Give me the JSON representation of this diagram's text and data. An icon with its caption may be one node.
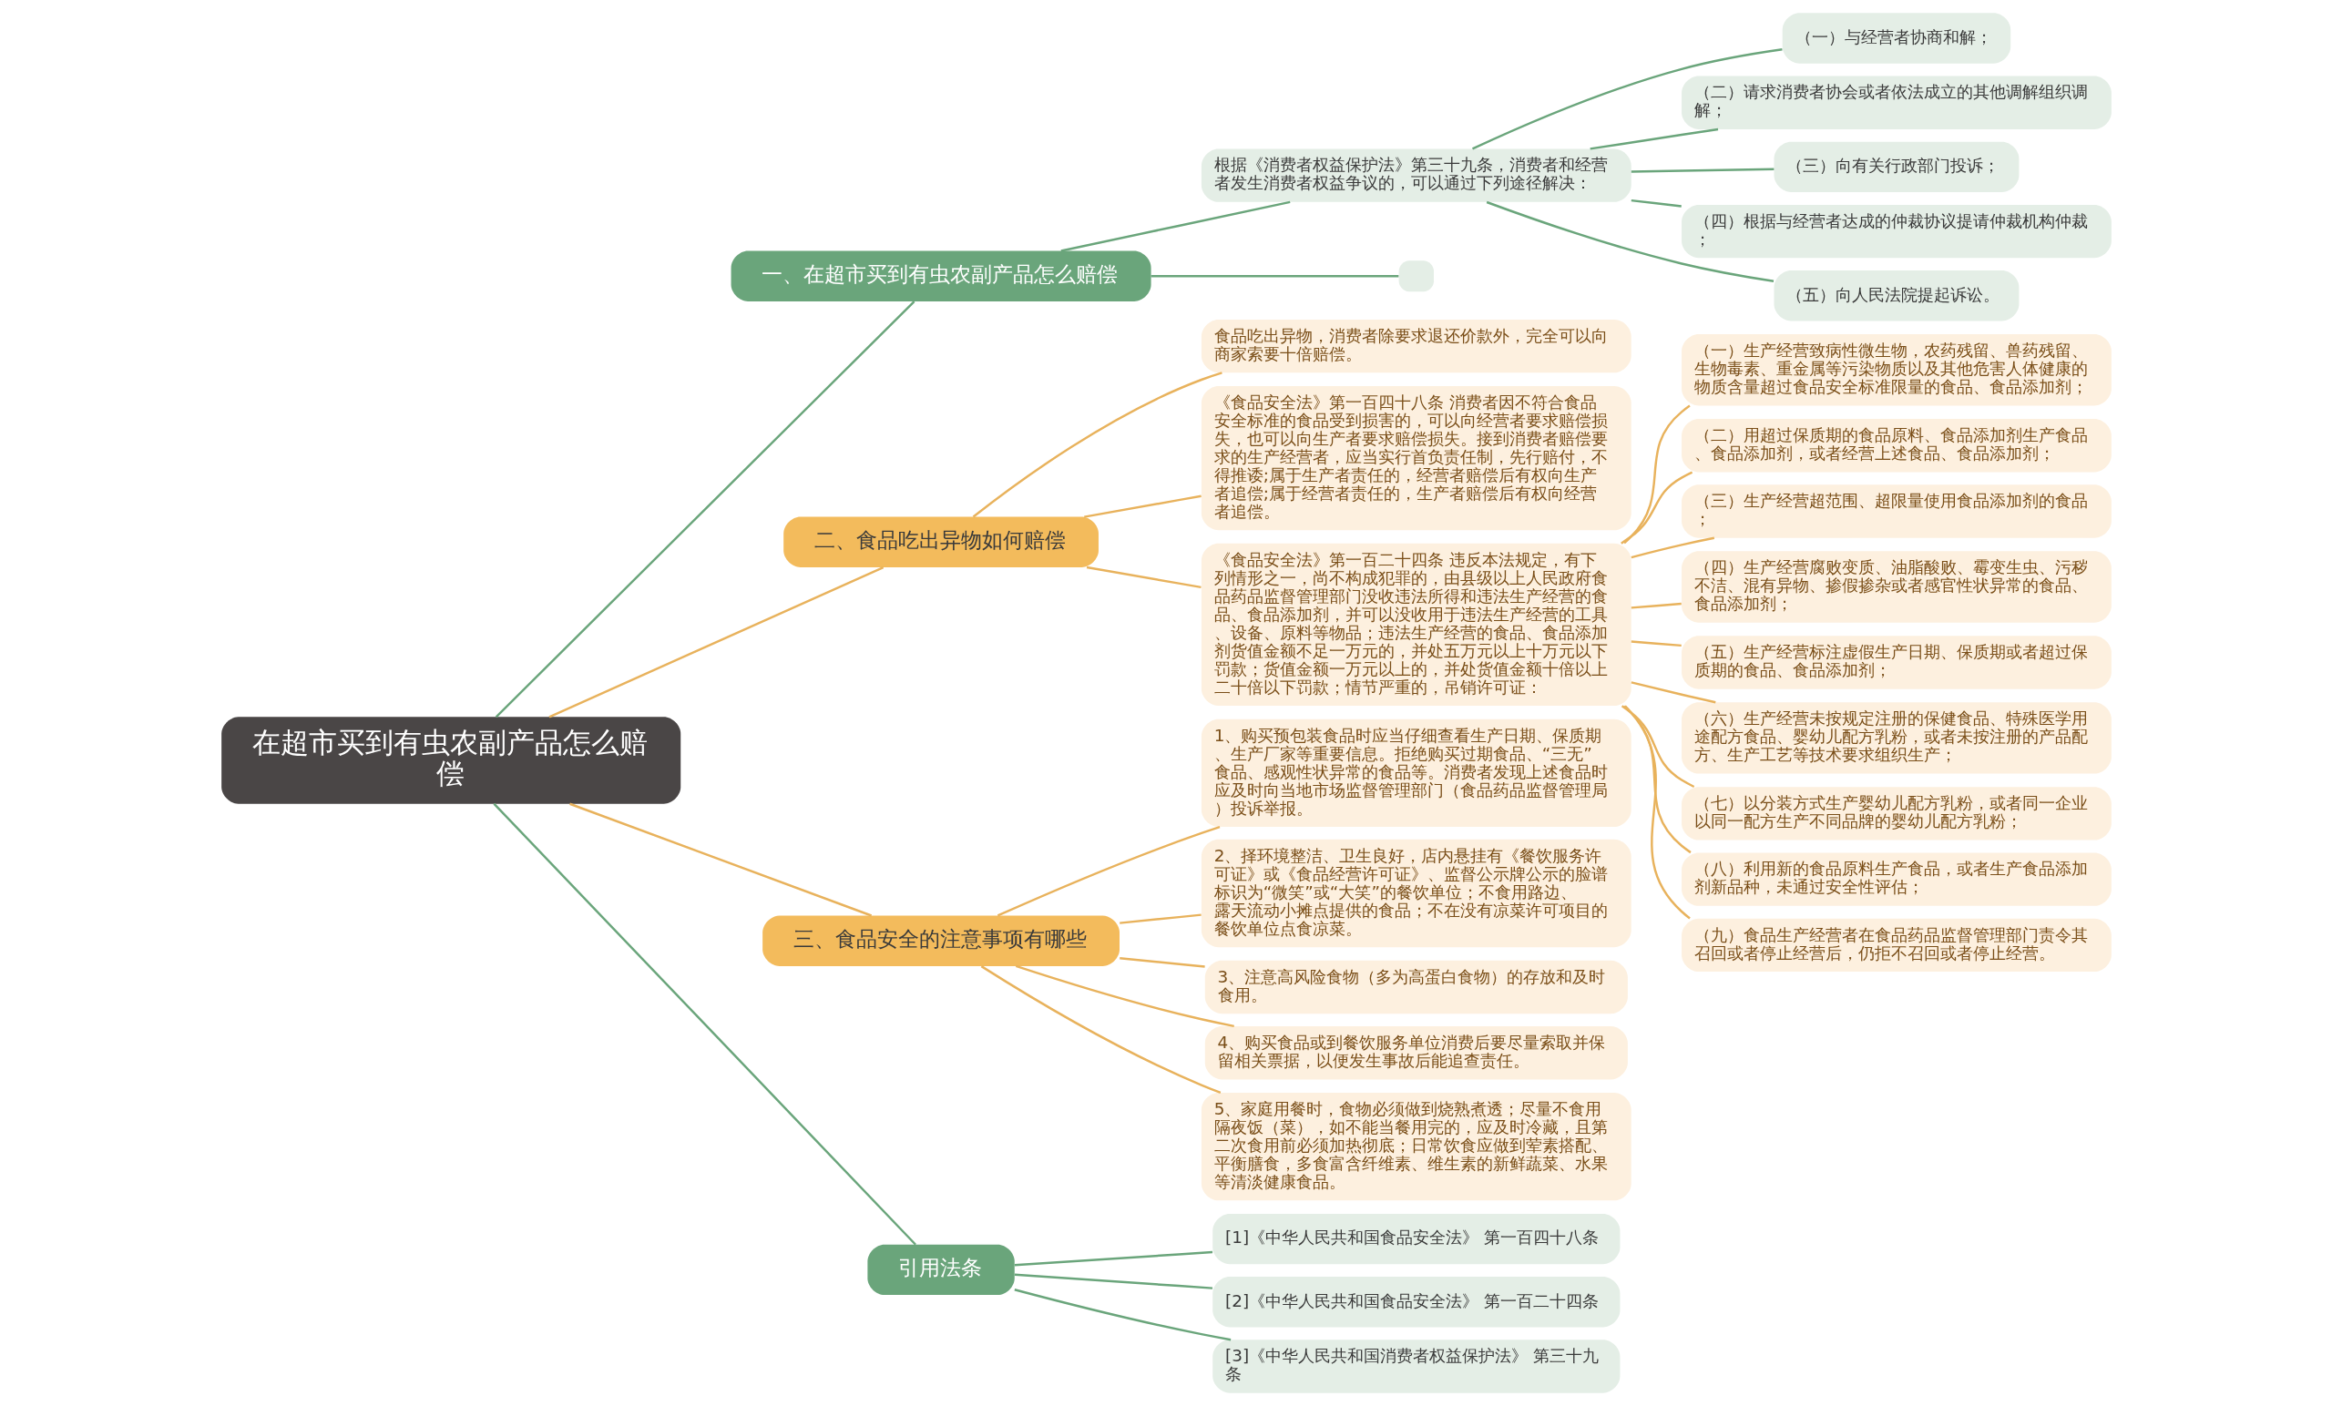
{
  "diagram": {
    "nodes": [
      {
        "text": [
          "在超市买到有虫农副产品怎么赔偿"
        ]
      },
      {
        "text": [
          "一、在超市买到有虫农副产品怎么赔偿"
        ]
      },
      {
        "text": [
          "根据《消费者权益保护法》第三十九条，消费者和经营者发生消费者权益争议的，可以通过下列途径解决："
        ]
      },
      {
        "text": [
          "（一）与经营者协商和解；"
        ]
      },
      {
        "text": [
          "（二）请求消费者协会或者依法成立的其他调解组织调解；"
        ]
      },
      {
        "text": [
          "（三）向有关行政部门投诉；"
        ]
      },
      {
        "text": [
          "（四）根据与经营者达成的仲裁协议提请仲裁机构仲裁；"
        ]
      },
      {
        "text": [
          "（五）向人民法院提起诉讼。"
        ]
      },
      {
        "text": [],
        "shape": "box"
      },
      {
        "text": [
          "二、食品吃出异物如何赔偿"
        ]
      },
      {
        "text": [
          "食品吃出异物，消费者除要求退还价款外，完全可以向商家索要十倍赔偿。"
        ]
      },
      {
        "text": [
          "《食品安全法》第一百四十八条 消费者因不符合食品安全标准的食品受到损害的，可以向经营者要求赔偿损失，也可以向生产者要求赔偿损失。接到消费者赔偿要求的生产经营者，应当实行首负责任制，先行赔付，不得推诿;属于生产者责任的，经营者赔偿后有权向生产者追偿;属于经营者责任的，生产者赔偿后有权向经营者追偿。"
        ]
      },
      {
        "text": [
          "《食品安全法》第一百二十四条 违反本法规定，有下列情形之一，尚不构成犯罪的，由县级以上人民政府食品药品监督管理部门没收违法所得和违法生产经营的食品、食品添加剂，并可以没收用于违法生产经营的工具、设备、原料等物品；违法生产经营的食品、食品添加剂货值金额不足一万元的，并处五万元以上十万元以下罚款；货值金额一万元以上的，并处货值金额十倍以上二十倍以下罚款；情节严重的，吊销许可证："
        ]
      },
      {
        "text": [
          "（一）生产经营致病性微生物，农药残留、兽药残留、生物毒素、重金属等污染物质以及其他危害人体健康的物质含量超过食品安全标准限量的食品、食品添加剂；"
        ]
      },
      {
        "text": [
          "（二）用超过保质期的食品原料、食品添加剂生产食品、食品添加剂，或者经营上述食品、食品添加剂；"
        ]
      },
      {
        "text": [
          "（三）生产经营超范围、超限量使用食品添加剂的食品；"
        ]
      },
      {
        "text": [
          "（四）生产经营腐败变质、油脂酸败、霉变生虫、污秽不洁、混有异物、掺假掺杂或者感官性状异常的食品、食品添加剂；"
        ]
      },
      {
        "text": [
          "（五）生产经营标注虚假生产日期、保质期或者超过保质期的食品、食品添加剂；"
        ]
      },
      {
        "text": [
          "（六）生产经营未按规定注册的保健食品、特殊医学用途配方食品、婴幼儿配方乳粉，或者未按注册的产品配方、生产工艺等技术要求组织生产；"
        ]
      },
      {
        "text": [
          "（七）以分装方式生产婴幼儿配方乳粉，或者同一企业以同一配方生产不同品牌的婴幼儿配方乳粉；"
        ]
      },
      {
        "text": [
          "（八）利用新的食品原料生产食品，或者生产食品添加剂新品种，未通过安全性评估；"
        ]
      },
      {
        "text": [
          "（九）食品生产经营者在食品药品监督管理部门责令其召回或者停止经营后，仍拒不召回或者停止经营。"
        ]
      },
      {
        "text": [
          "三、食品安全的注意事项有哪些"
        ]
      },
      {
        "text": [
          "1、购买预包装食品时应当仔细查看生产日期、保质期、生产厂家等重要信息。拒绝购买过期食品、“三无”食品、感观性状异常的食品等。消费者发现上述食品时应及时向当地市场监督管理部门（食品药品监督管理局）投诉举报。"
        ]
      },
      {
        "text": [
          "2、择环境整洁、卫生良好，店内悬挂有《餐饮服务许可证》或《食品经营许可证》、监督公示牌公示的脸谱标识为“微笑”或“大笑”的餐饮单位；不食用路边、露天流动小摊点提供的食品；不在没有凉菜许可项目的餐饮单位点食凉菜。"
        ]
      },
      {
        "text": [
          "3、注意高风险食物（多为高蛋白食物）的存放和及时食用。"
        ]
      },
      {
        "text": [
          "4、购买食品或到餐饮服务单位消费后要尽量索取并保留相关票据，以便发生事故后能追查责任。"
        ]
      },
      {
        "text": [
          "5、家庭用餐时，食物必须做到烧熟煮透；尽量不食用隔夜饭（菜），如不能当餐用完的，应及时冷藏，且第二次食用前必须加热彻底；日常饮食应做到荤素搭配、平衡膳食，多食富含纤维素、维生素的新鲜蔬菜、水果等清淡健康食品。"
        ]
      },
      {
        "text": [
          "引用法条"
        ]
      },
      {
        "text": [
          "[1]《中华人民共和国食品安全法》 第一百四十八条"
        ]
      },
      {
        "text": [
          "[2]《中华人民共和国食品安全法》 第一百二十四条"
        ]
      },
      {
        "text": [
          "[3]《中华人民共和国消费者权益保护法》 第三十九条"
        ]
      }
    ],
    "edges": [
      {
        "from": 0,
        "to": 1,
        "arrow": "none",
        "color": "#6aa57b"
      },
      {
        "from": 1,
        "to": 2,
        "arrow": "none",
        "color": "#6aa57b"
      },
      {
        "from": 2,
        "to": 3,
        "arrow": "none",
        "color": "#6aa57b"
      },
      {
        "from": 2,
        "to": 4,
        "arrow": "none",
        "color": "#6aa57b"
      },
      {
        "from": 2,
        "to": 5,
        "arrow": "none",
        "color": "#6aa57b"
      },
      {
        "from": 2,
        "to": 6,
        "arrow": "none",
        "color": "#6aa57b"
      },
      {
        "from": 2,
        "to": 7,
        "arrow": "none",
        "color": "#6aa57b"
      },
      {
        "from": 1,
        "to": 8,
        "arrow": "none",
        "color": "#6aa57b"
      },
      {
        "from": 0,
        "to": 9,
        "arrow": "none"
      },
      {
        "from": 9,
        "to": 10,
        "arrow": "none"
      },
      {
        "from": 9,
        "to": 11,
        "arrow": "none"
      },
      {
        "from": 9,
        "to": 12,
        "arrow": "none"
      },
      {
        "from": 12,
        "to": 13,
        "arrow": "none"
      },
      {
        "from": 12,
        "to": 14,
        "arrow": "none"
      },
      {
        "from": 12,
        "to": 15,
        "arrow": "none"
      },
      {
        "from": 12,
        "to": 16,
        "arrow": "none"
      },
      {
        "from": 12,
        "to": 17,
        "arrow": "none"
      },
      {
        "from": 12,
        "to": 18,
        "arrow": "none"
      },
      {
        "from": 12,
        "to": 19,
        "arrow": "none"
      },
      {
        "from": 12,
        "to": 20,
        "arrow": "none"
      },
      {
        "from": 12,
        "to": 21,
        "arrow": "none"
      },
      {
        "from": 0,
        "to": 22,
        "arrow": "none"
      },
      {
        "from": 22,
        "to": 23,
        "arrow": "none"
      },
      {
        "from": 22,
        "to": 24,
        "arrow": "none"
      },
      {
        "from": 22,
        "to": 25,
        "arrow": "none"
      },
      {
        "from": 22,
        "to": 26,
        "arrow": "none"
      },
      {
        "from": 22,
        "to": 27,
        "arrow": "none"
      },
      {
        "from": 0,
        "to": 28,
        "arrow": "none",
        "color": "#6aa57b"
      },
      {
        "from": 28,
        "to": 29,
        "arrow": "none",
        "color": "#6aa57b"
      },
      {
        "from": 28,
        "to": 30,
        "arrow": "none",
        "color": "#6aa57b"
      },
      {
        "from": 28,
        "to": 31,
        "arrow": "none",
        "color": "#6aa57b"
      }
    ]
  }
}
